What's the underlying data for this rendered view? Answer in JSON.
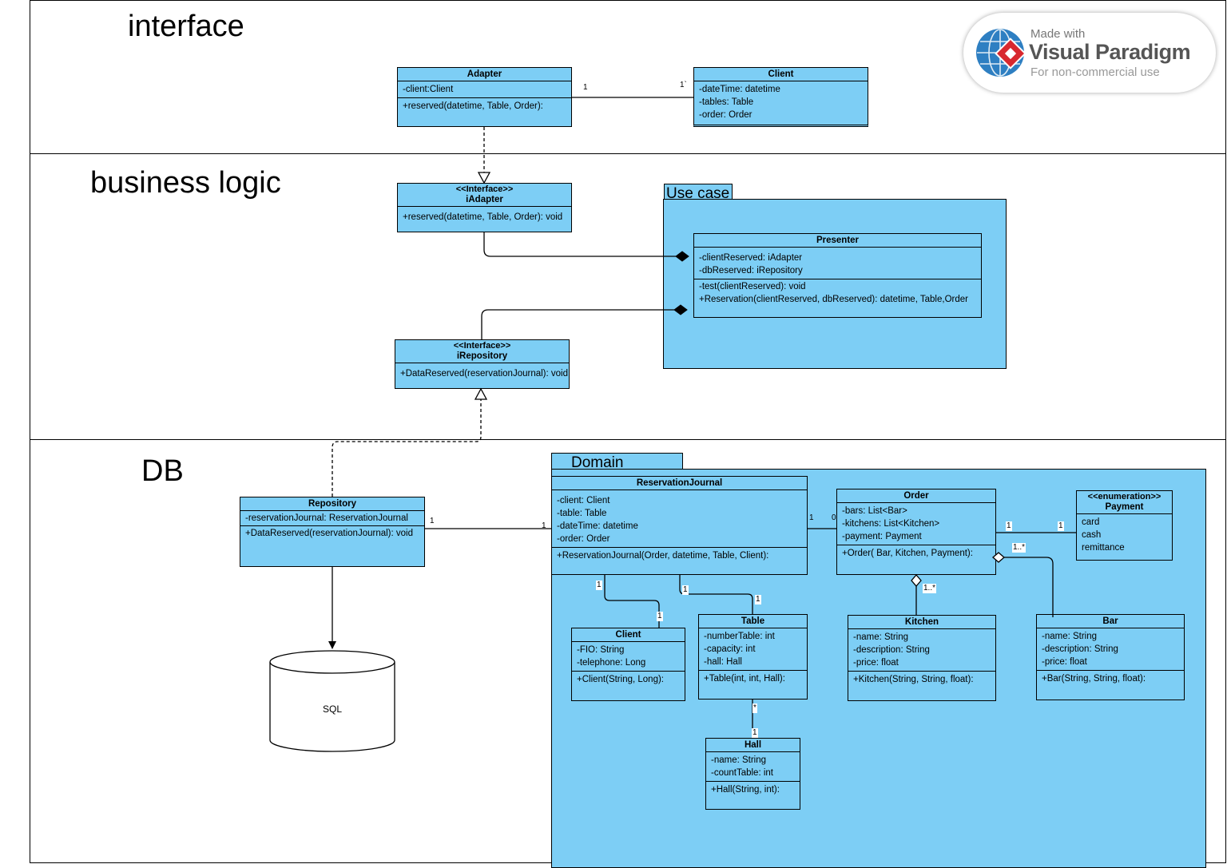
{
  "lanes": {
    "interface": "interface",
    "business_logic": "business logic",
    "db": "DB"
  },
  "badge": {
    "made_with": "Made with",
    "brand": "Visual Paradigm",
    "sub": "For non-commercial use"
  },
  "packages": {
    "use_case": "Use case",
    "domain": "Domain"
  },
  "classes": {
    "adapter": {
      "name": "Adapter",
      "attributes": [
        "-client:Client"
      ],
      "operations": [
        "+reserved(datetime, Table, Order):"
      ]
    },
    "client_top": {
      "name": "Client",
      "attributes": [
        "-dateTime: datetime",
        "-tables: Table",
        "-order: Order"
      ]
    },
    "iadapter": {
      "stereotype": "<<Interface>>",
      "name": "iAdapter",
      "operations": [
        "+reserved(datetime, Table, Order): void"
      ]
    },
    "presenter": {
      "name": "Presenter",
      "attributes": [
        "-clientReserved: iAdapter",
        "-dbReserved: iRepository"
      ],
      "operations": [
        "-test(clientReserved): void",
        "+Reservation(clientReserved, dbReserved): datetime, Table,Order"
      ]
    },
    "irepository": {
      "stereotype": "<<Interface>>",
      "name": "iRepository",
      "operations": [
        "+DataReserved(reservationJournal): void"
      ]
    },
    "repository": {
      "name": "Repository",
      "attributes": [
        "-reservationJournal: ReservationJournal"
      ],
      "operations": [
        "+DataReserved(reservationJournal): void"
      ]
    },
    "reservation_journal": {
      "name": "ReservationJournal",
      "attributes": [
        "-client: Client",
        "-table: Table",
        "-dateTime: datetime",
        "-order: Order"
      ],
      "operations": [
        "+ReservationJournal(Order, datetime, Table, Client):"
      ]
    },
    "order": {
      "name": "Order",
      "attributes": [
        "-bars: List<Bar>",
        "-kitchens: List<Kitchen>",
        "-payment: Payment"
      ],
      "operations": [
        "+Order( Bar, Kitchen, Payment):"
      ]
    },
    "payment": {
      "stereotype": "<<enumeration>>",
      "name": "Payment",
      "attributes": [
        "card",
        "cash",
        "remittance"
      ]
    },
    "client_db": {
      "name": "Client",
      "attributes": [
        "-FIO: String",
        "-telephone: Long"
      ],
      "operations": [
        "+Client(String, Long):"
      ]
    },
    "table": {
      "name": "Table",
      "attributes": [
        "-numberTable: int",
        "-capacity: int",
        "-hall: Hall"
      ],
      "operations": [
        "+Table(int, int, Hall):"
      ]
    },
    "kitchen": {
      "name": "Kitchen",
      "attributes": [
        "-name: String",
        "-description: String",
        " -price: float"
      ],
      "operations": [
        "+Kitchen(String, String, float):"
      ]
    },
    "bar": {
      "name": "Bar",
      "attributes": [
        "-name: String",
        "-description: String",
        " -price: float"
      ],
      "operations": [
        "+Bar(String, String, float):"
      ]
    },
    "hall": {
      "name": "Hall",
      "attributes": [
        "-name: String",
        "-countTable: int"
      ],
      "operations": [
        "+Hall(String, int):"
      ]
    }
  },
  "database": {
    "label": "SQL"
  },
  "multiplicities": {
    "adapter_client_a": "1",
    "adapter_client_b": "1`",
    "repo_rj_a": "1",
    "repo_rj_b": "1",
    "rj_order_a": "1",
    "rj_order_b": "0",
    "order_payment_a": "1",
    "order_payment_b": "1",
    "order_bar": "1..*",
    "order_kitchen": "1..*",
    "rj_client_a": "1",
    "rj_client_b": "1",
    "rj_table_a": "1",
    "rj_table_b": "1",
    "table_hall_a": "*",
    "table_hall_b": "1"
  }
}
